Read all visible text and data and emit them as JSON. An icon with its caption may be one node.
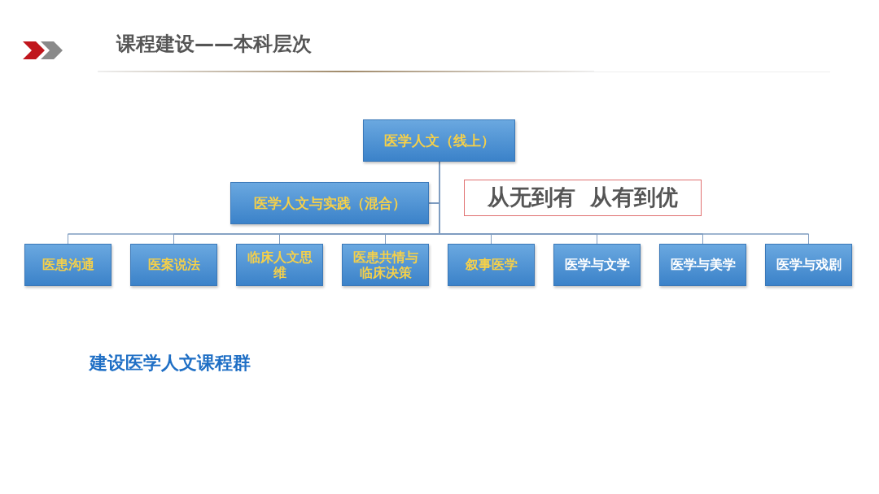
{
  "diagram": {
    "title": "课程建设——本科层次",
    "nodes": [
      {
        "text": [
          "医学人文（线上）"
        ]
      },
      {
        "text": [
          "医学人文与实践（混合）"
        ]
      },
      {
        "text": [
          "从无到有  从有到优"
        ]
      },
      {
        "text": [
          "医患沟通"
        ]
      },
      {
        "text": [
          "医案说法"
        ]
      },
      {
        "text": [
          "临床人文思维"
        ]
      },
      {
        "text": [
          "医患共情与临床决策"
        ]
      },
      {
        "text": [
          "叙事医学"
        ]
      },
      {
        "text": [
          "医学与文学"
        ]
      },
      {
        "text": [
          "医学与美学"
        ]
      },
      {
        "text": [
          "医学与戏剧"
        ]
      }
    ],
    "edges": [
      {
        "from": 0,
        "to": 3,
        "arrow": "none"
      },
      {
        "from": 0,
        "to": 4,
        "arrow": "none"
      },
      {
        "from": 0,
        "to": 5,
        "arrow": "none"
      },
      {
        "from": 0,
        "to": 6,
        "arrow": "none"
      },
      {
        "from": 0,
        "to": 7,
        "arrow": "none"
      },
      {
        "from": 0,
        "to": 8,
        "arrow": "none"
      },
      {
        "from": 0,
        "to": 9,
        "arrow": "none"
      },
      {
        "from": 0,
        "to": 10,
        "arrow": "none"
      },
      {
        "from": 1,
        "to": 3,
        "arrow": "none"
      },
      {
        "from": 1,
        "to": 4,
        "arrow": "none"
      },
      {
        "from": 1,
        "to": 5,
        "arrow": "none"
      },
      {
        "from": 1,
        "to": 6,
        "arrow": "none"
      },
      {
        "from": 1,
        "to": 7,
        "arrow": "none"
      },
      {
        "from": 1,
        "to": 8,
        "arrow": "none"
      },
      {
        "from": 1,
        "to": 9,
        "arrow": "none"
      },
      {
        "from": 1,
        "to": 10,
        "arrow": "none"
      }
    ],
    "labels": [
      "建设医学人文课程群"
    ]
  }
}
